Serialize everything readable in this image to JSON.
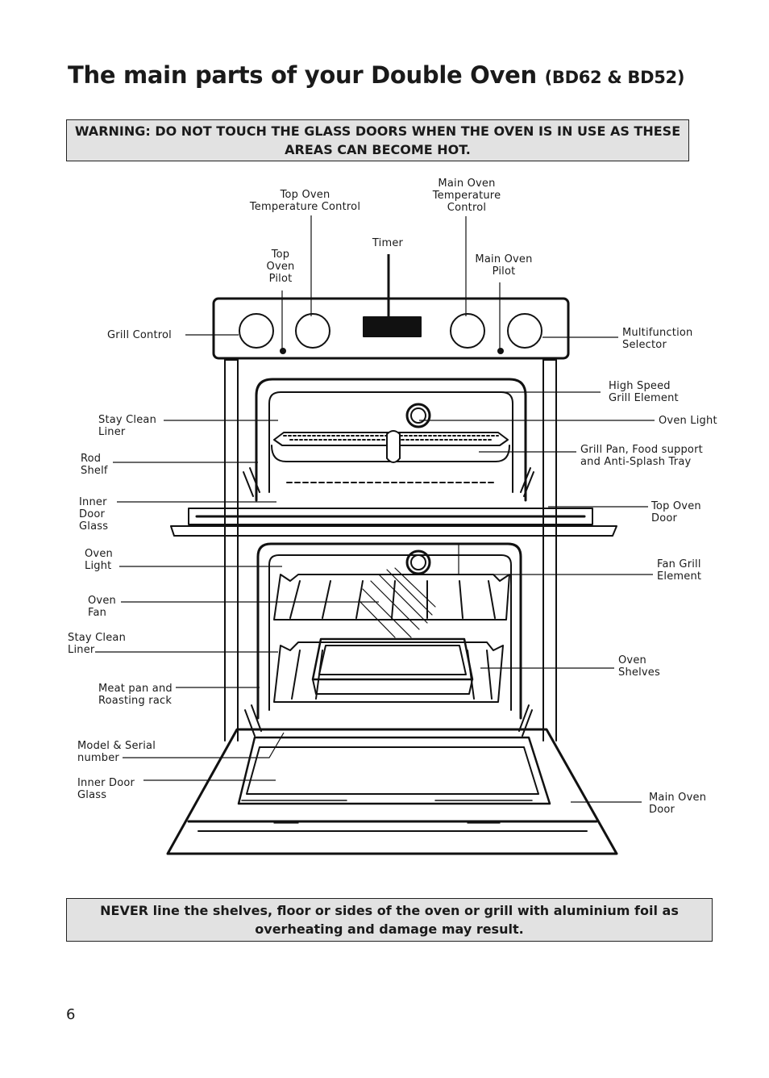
{
  "title": {
    "main": "The main parts of your Double Oven",
    "models": "(BD62 & BD52)"
  },
  "warning": {
    "line1": "WARNING: DO NOT TOUCH THE GLASS DOORS WHEN THE OVEN IS IN USE AS THESE",
    "line2": "AREAS CAN BECOME HOT."
  },
  "labels": {
    "top_oven_temperature_control": [
      "Top Oven",
      "Temperature Control"
    ],
    "main_oven_temperature_control": [
      "Main Oven",
      "Temperature",
      "Control"
    ],
    "timer": [
      "Timer"
    ],
    "top_oven_pilot": [
      "Top",
      "Oven",
      "Pilot"
    ],
    "main_oven_pilot": [
      "Main Oven",
      "Pilot"
    ],
    "grill_control": [
      "Grill Control"
    ],
    "multifunction_selector": [
      "Multifunction",
      "Selector"
    ],
    "high_speed_grill_element": [
      "High Speed",
      "Grill Element"
    ],
    "stay_clean_liner_top": [
      "Stay Clean",
      "Liner"
    ],
    "oven_light_top": [
      "Oven Light"
    ],
    "rod_shelf": [
      "Rod",
      "Shelf"
    ],
    "grill_pan": [
      "Grill Pan, Food support",
      "and Anti-Splash Tray"
    ],
    "inner_door_glass_top": [
      "Inner",
      "Door",
      "Glass"
    ],
    "top_oven_door": [
      "Top Oven",
      "Door"
    ],
    "oven_light_main": [
      "Oven",
      "Light"
    ],
    "fan_grill_element": [
      "Fan Grill",
      "Element"
    ],
    "oven_fan": [
      "Oven",
      "Fan"
    ],
    "stay_clean_liner_main": [
      "Stay Clean",
      "Liner"
    ],
    "oven_shelves": [
      "Oven",
      "Shelves"
    ],
    "meat_pan": [
      "Meat pan and",
      "Roasting rack"
    ],
    "model_serial": [
      "Model & Serial",
      "number"
    ],
    "inner_door_glass_main": [
      "Inner Door",
      "Glass"
    ],
    "main_oven_door": [
      "Main Oven",
      "Door"
    ]
  },
  "notice": {
    "line1": "NEVER line the shelves, floor or sides of the oven or grill with aluminium foil as",
    "line2": "overheating and damage may result."
  },
  "page_number": "6"
}
